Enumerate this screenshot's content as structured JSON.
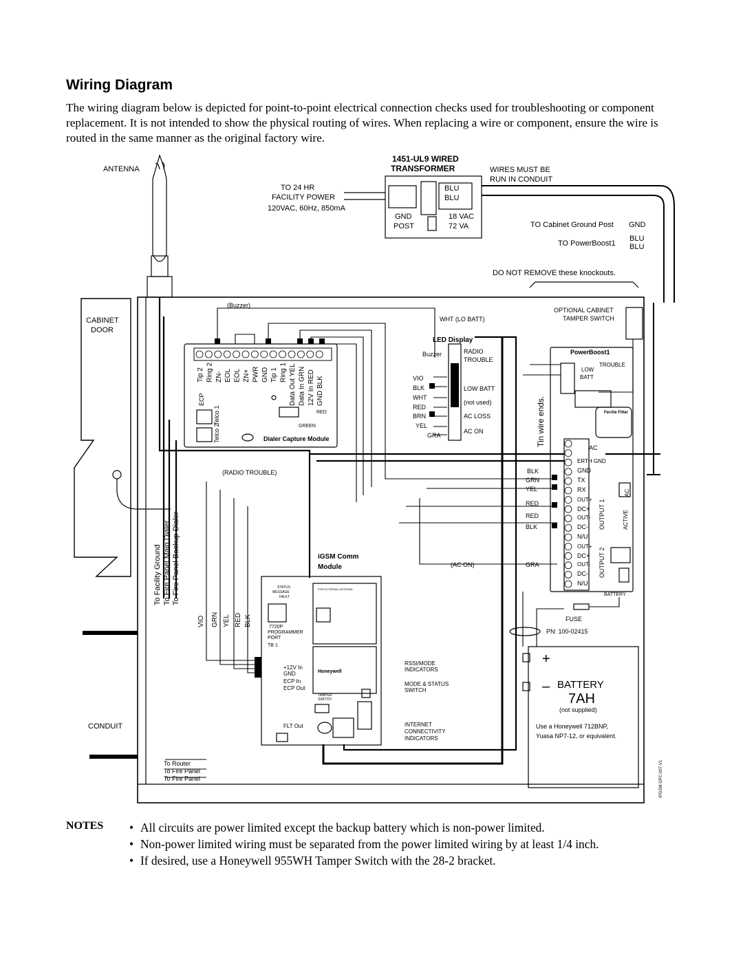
{
  "heading": "Wiring Diagram",
  "intro": "The wiring diagram below is depicted for point-to-point electrical connection checks used for troubleshooting or component replacement.  It is not intended to show the physical routing of wires.  When replacing a wire or component, ensure the wire is routed in the same manner as the original factory wire.",
  "transformer": {
    "title1": "1451-UL9 WIRED",
    "title2": "TRANSFORMER",
    "to24hr": "TO 24 HR",
    "facility": "FACILITY POWER",
    "rating": "120VAC, 60Hz, 850mA",
    "blu1": "BLU",
    "blu2": "BLU",
    "gnd": "GND",
    "post": "POST",
    "vac": "18 VAC",
    "va": "72 VA"
  },
  "conduit_note": {
    "line1": "WIRES MUST BE",
    "line2": "RUN IN CONDUIT"
  },
  "cabinet_ground": {
    "label": "TO Cabinet Ground Post",
    "gnd": "GND"
  },
  "powerboost_feed": {
    "label": "TO PowerBoost1",
    "blu1": "BLU",
    "blu2": "BLU"
  },
  "knockouts": "DO NOT REMOVE these knockouts.",
  "antenna": "ANTENNA",
  "cabinet_door": {
    "line1": "CABINET",
    "line2": "DOOR"
  },
  "conduit": "CONDUIT",
  "buzzer_top": "(Buzzer)",
  "wht_lo_batt": "WHT (LO BATT)",
  "optional_tamper": {
    "line1": "OPTIONAL CABINET",
    "line2": "TAMPER SWITCH"
  },
  "dialer": {
    "title": "Dialer Capture Module",
    "terminals": [
      "Tip 2",
      "Ring 2",
      "ZN-",
      "EOL",
      "EOL",
      "ZN+",
      "PWR",
      "GND",
      "Tip 1",
      "Ring 1",
      "Data Out YEL",
      "Data In GRN",
      "12V In RED",
      "GND BLK"
    ],
    "ecp": "ECP",
    "telco1": "Telco 1",
    "telco2": "Telco 2",
    "red": "RED",
    "green": "GREEN"
  },
  "led": {
    "title": "LED Display",
    "buzzer": "Buzzer",
    "items": [
      "RADIO TROUBLE",
      "LOW BATT",
      "(not used)",
      "AC LOSS",
      "AC ON"
    ],
    "radio": "RADIO",
    "trouble": "TROUBLE",
    "wires": [
      "VIO",
      "BLK",
      "WHT",
      "RED",
      "BRN",
      "YEL",
      "GRA"
    ]
  },
  "powerboost": {
    "title": "PowerBoost1",
    "trouble": "TROUBLE",
    "low": "LOW",
    "batt": "BATT",
    "ferrite": "Ferrite Filter",
    "tin": "Tin wire ends.",
    "terminals": [
      "AC",
      "ERTH GND",
      "GND",
      "TX",
      "RX",
      "OUT+",
      "DC+",
      "OUT-",
      "DC-",
      "N/U",
      "OUT+",
      "DC+",
      "OUT-",
      "DC-",
      "N/U"
    ],
    "output1": "OUTPUT 1",
    "output2": "OUTPUT 2",
    "active": "ACTIVE",
    "ac": "AC",
    "battery": "BATTERY",
    "wires": [
      "BLK",
      "GRN",
      "YEL",
      "RED",
      "RED",
      "BLK",
      "GRA"
    ]
  },
  "radio_trouble": "(RADIO TROUBLE)",
  "ac_on": "(AC ON)",
  "fuse": "FUSE",
  "pn": "PN: 100-02415",
  "battery": {
    "plus": "+",
    "minus": "–",
    "label": "BATTERY",
    "size": "7AH",
    "supplied": "(not supplied)",
    "use1": "Use a Honeywell 712BNP,",
    "use2": "Yuasa NP7-12, or equivalent."
  },
  "igsm": {
    "title1": "iGSM Comm",
    "title2": "Module",
    "status": "STATUS",
    "message": "MESSAGE",
    "fault": "FAULT",
    "external": "FOR EXTERNAL ANTENNA",
    "port": "7720P",
    "programmer": "PROGRAMMER",
    "port_lbl": "PORT",
    "tb": "TB 1",
    "tb_labels": [
      "+12V In",
      "GND",
      "ECP In",
      "ECP Out",
      "FLT Out"
    ],
    "brand": "Honeywell",
    "tamper": "TAMPER",
    "switch": "SWITCH",
    "wires": [
      "VIO",
      "GRN",
      "YEL",
      "RED",
      "BLK"
    ]
  },
  "rssi": {
    "line1": "RSSI/MODE",
    "line2": "INDICATORS"
  },
  "mode_status": {
    "line1": "MODE & STATUS",
    "line2": "SWITCH"
  },
  "internet": {
    "line1": "INTERNET",
    "line2": "CONNECTIVITY",
    "line3": "INDICATORS"
  },
  "vertical_labels": [
    "To Facility Ground",
    "To Fire Panel Main Dialer",
    "To Fire Panel Backup Dialer"
  ],
  "bottom_labels": [
    "To Router",
    "To Fire Panel",
    "To Fire Panel"
  ],
  "figure_id": "IPGSM-DPC-007-V1",
  "notes": {
    "label": "NOTES",
    "items": [
      "All circuits are power limited except the backup battery which is non-power limited.",
      "Non-power limited wiring must be separated from the power limited wiring by at least 1/4 inch.",
      "If desired, use a Honeywell 955WH Tamper Switch with the 28-2 bracket."
    ]
  }
}
